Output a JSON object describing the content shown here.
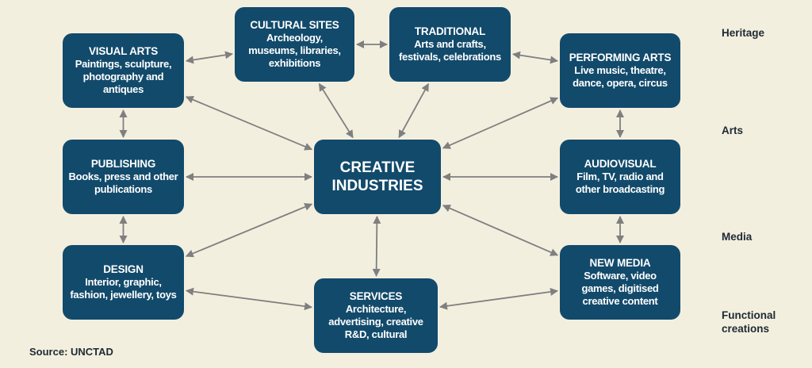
{
  "colors": {
    "box_fill": "#124a6b",
    "box_text": "#ffffff",
    "arrow": "#7f7f7f",
    "background": "#f3efdf"
  },
  "center": {
    "title": "CREATIVE\nINDUSTRIES"
  },
  "nodes": {
    "visual_arts": {
      "title": "VISUAL ARTS",
      "desc": "Paintings, sculpture,\nphotography and\nantiques"
    },
    "cultural_sites": {
      "title": "CULTURAL SITES",
      "desc": "Archeology,\nmuseums, libraries,\nexhibitions"
    },
    "traditional": {
      "title": "TRADITIONAL",
      "desc": "Arts and crafts,\nfestivals, celebrations"
    },
    "performing_arts": {
      "title": "PERFORMING ARTS",
      "desc": "Live music, theatre,\ndance, opera, circus"
    },
    "publishing": {
      "title": "PUBLISHING",
      "desc": "Books, press and other\npublications"
    },
    "audiovisual": {
      "title": "AUDIOVISUAL",
      "desc": "Film, TV, radio and\nother broadcasting"
    },
    "design": {
      "title": "DESIGN",
      "desc": "Interior, graphic,\nfashion, jewellery, toys"
    },
    "services": {
      "title": "SERVICES",
      "desc": "Architecture,\nadvertising, creative\nR&D, cultural"
    },
    "new_media": {
      "title": "NEW MEDIA",
      "desc": "Software, video\ngames, digitised\ncreative content"
    }
  },
  "categories": [
    "Heritage",
    "Arts",
    "Media",
    "Functional\ncreations"
  ],
  "source": "Source: UNCTAD",
  "connections": [
    [
      "visual_arts",
      "cultural_sites"
    ],
    [
      "cultural_sites",
      "traditional"
    ],
    [
      "traditional",
      "performing_arts"
    ],
    [
      "visual_arts",
      "publishing"
    ],
    [
      "publishing",
      "design"
    ],
    [
      "performing_arts",
      "audiovisual"
    ],
    [
      "audiovisual",
      "new_media"
    ],
    [
      "design",
      "services"
    ],
    [
      "services",
      "new_media"
    ],
    [
      "center",
      "visual_arts"
    ],
    [
      "center",
      "cultural_sites"
    ],
    [
      "center",
      "traditional"
    ],
    [
      "center",
      "performing_arts"
    ],
    [
      "center",
      "publishing"
    ],
    [
      "center",
      "audiovisual"
    ],
    [
      "center",
      "design"
    ],
    [
      "center",
      "services"
    ],
    [
      "center",
      "new_media"
    ]
  ]
}
